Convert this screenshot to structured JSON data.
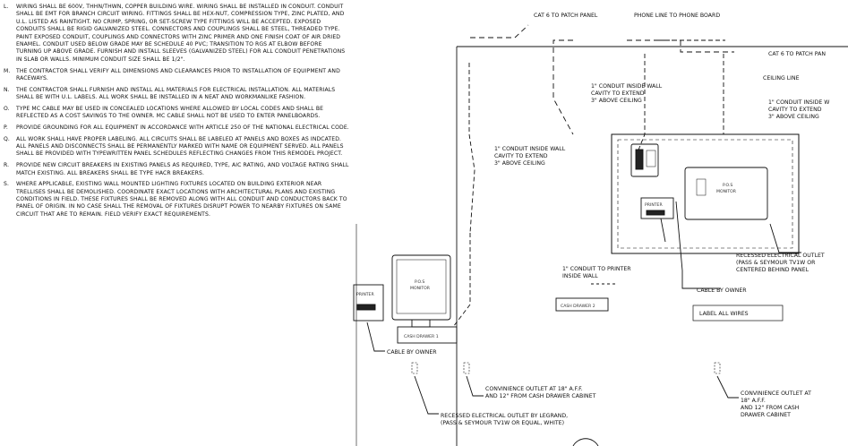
{
  "notes": [
    {
      "letter": "L.",
      "text": "WIRING SHALL BE 600V, THHN/THWN, COPPER BUILDING WIRE. WIRING SHALL BE INSTALLED IN CONDUIT. CONDUIT SHALL BE EMT FOR BRANCH CIRCUIT WIRING. FITTINGS SHALL BE HEX-NUT, COMPRESSION TYPE, ZINC PLATED, AND U.L. LISTED AS RAINTIGHT. NO CRIMP, SPRING, OR SET-SCREW TYPE FITTINGS WILL BE ACCEPTED. EXPOSED CONDUITS SHALL BE RIGID GALVANIZED STEEL. CONNECTORS AND COUPLINGS SHALL BE STEEL, THREADED TYPE. PAINT EXPOSED CONDUIT, COUPLINGS AND CONNECTORS WITH ZINC PRIMER AND ONE FINISH COAT OF AIR DRIED ENAMEL. CONDUIT USED BELOW GRADE MAY BE SCHEDULE 40 PVC; TRANSITION TO RGS AT ELBOW BEFORE TURNING UP ABOVE GRADE. FURNISH AND INSTALL SLEEVES (GALVANIZED STEEL) FOR ALL CONDUIT PENETRATIONS IN SLAB OR WALLS. MINIMUM CONDUIT SIZE SHALL BE 1/2\"."
    },
    {
      "letter": "M.",
      "text": "THE CONTRACTOR SHALL VERIFY ALL DIMENSIONS AND CLEARANCES PRIOR TO INSTALLATION OF EQUIPMENT AND RACEWAYS."
    },
    {
      "letter": "N.",
      "text": "THE CONTRACTOR SHALL FURNISH AND INSTALL ALL MATERIALS FOR ELECTRICAL INSTALLATION. ALL MATERIALS SHALL BE WITH U.L. LABELS. ALL WORK SHALL BE INSTALLED IN A NEAT AND WORKMANLIKE FASHION."
    },
    {
      "letter": "O.",
      "text": "TYPE MC CABLE MAY BE USED IN CONCEALED LOCATIONS WHERE ALLOWED BY LOCAL CODES AND SHALL BE REFLECTED AS A COST SAVINGS TO THE OWNER. MC CABLE SHALL NOT BE USED TO ENTER PANELBOARDS."
    },
    {
      "letter": "P.",
      "text": "PROVIDE GROUNDING FOR ALL EQUIPMENT IN ACCORDANCE WITH ARTICLE 250 OF THE NATIONAL ELECTRICAL CODE."
    },
    {
      "letter": "Q.",
      "text": "ALL WORK SHALL HAVE PROPER LABELING. ALL CIRCUITS SHALL BE LABELED AT PANELS AND BOXES AS INDCATED. ALL PANELS AND DISCONNECTS SHALL BE PERMANENTLY MARKED WITH NAME OR EQUIPMENT SERVED. ALL PANELS SHALL BE PROVIDED WITH TYPEWRITTEN PANEL SCHEDULES REFLECTING CHANGES FROM THIS REMODEL PROJECT."
    },
    {
      "letter": "R.",
      "text": "PROVIDE NEW CIRCUIT BREAKERS IN EXISTING PANELS AS REQUIRED, TYPE, AIC RATING, AND VOLTAGE RATING SHALL MATCH EXISTING. ALL BREAKERS SHALL BE TYPE HACR BREAKERS."
    },
    {
      "letter": "S.",
      "text": "WHERE APPLICABLE, EXISTING WALL MOUNTED LIGHTING FIXTURES LOCATED ON BUILDING EXTERIOR NEAR TRELLISES SHALL BE DEMOLISHED. COORDINATE EXACT LOCATIONS WITH ARCHITECTURAL PLANS AND EXISTING CONDITIONS IN FIELD. THESE FIXTURES SHALL BE REMOVED ALONG WITH ALL CONDUIT AND CONDUCTORS BACK TO PANEL OF ORIGIN. IN NO CASE SHALL THE REMOVAL OF FIXTURES DISRUPT POWER TO NEARBY FIXTURES ON SAME CIRCUIT THAT ARE TO REMAIN. FIELD VERIFY EXACT REQUIREMENTS."
    }
  ],
  "labels": {
    "cat6_top": "CAT 6 TO PATCH PANEL",
    "phone_line": "PHONE LINE TO PHONE BOARD",
    "cat6_right": "CAT 6 TO PATCH PAN",
    "ceiling_line": "CEILING LINE",
    "conduit_right": [
      "1\" CONDUIT INSIDE W",
      "CAVITY TO EXTEND",
      "3\" ABOVE CEILING"
    ],
    "conduit_mid": [
      "1\" CONDUIT INSIDE WALL",
      "CAVITY TO EXTEND",
      "3\" ABOVE CEILING"
    ],
    "conduit_left": [
      "1\" CONDUIT INSIDE WALL",
      "CAVITY TO EXTEND",
      "3\" ABOVE CEILING"
    ],
    "recessed_right": [
      "RECESSED ELECTRICAL OUTLET",
      "(PASS & SEYMOUR TV1W OR",
      "CENTERED BEHIND PANEL"
    ],
    "conduit_printer": [
      "1\" CONDUIT TO PRINTER",
      "INSIDE WALL"
    ],
    "cable_owner_right": "CABLE BY OWNER",
    "label_all_wires": "LABEL ALL WIRES",
    "cable_owner_left": "CABLE BY OWNER",
    "conv_mid": [
      "CONVINIENCE OUTLET AT 18\" A.F.F.",
      "AND 12\" FROM CASH DRAWER CABINET"
    ],
    "recessed_bottom": [
      "RECESSED ELECTRICAL OUTLET BY LEGRAND,",
      "(PASS & SEYMOUR TV1W OR EQUAL, WHITE)"
    ],
    "conv_right": [
      "CONVINIENCE OUTLET AT",
      "18\" A.F.F.",
      "AND 12\" FROM CASH",
      "DRAWER CABINET"
    ],
    "pos_monitor_left": [
      "P.O.S",
      "MONITOR"
    ],
    "printer_left": "PRINTER",
    "cash_drawer_1": "CASH DRAWER 1",
    "pos_monitor_right": [
      "P.O.S",
      "MONITOR"
    ],
    "printer_right": "PRINTER",
    "cash_drawer_2": "CASH DRAWER 2"
  }
}
